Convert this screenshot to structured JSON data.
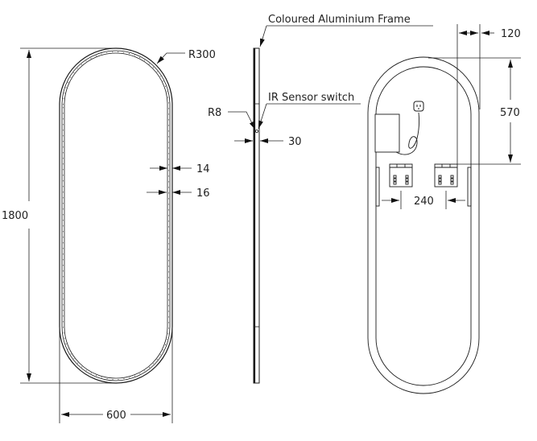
{
  "drawing": {
    "title": "Oval LED mirror technical drawing",
    "colors": {
      "line": "#1a1a1a",
      "thin": "#333333",
      "background": "#ffffff"
    },
    "front_view": {
      "height_dim": "1800",
      "width_dim": "600",
      "radius_dim": "R300",
      "frame_inner_dim": "14",
      "frame_outer_dim": "16"
    },
    "side_view": {
      "frame_label": "Coloured Aluminium Frame",
      "sensor_label": "IR Sensor switch",
      "sensor_radius_dim": "R8",
      "depth_dim": "30"
    },
    "rear_view": {
      "offset_dim": "120",
      "bracket_height_dim": "570",
      "bracket_spacing_dim": "240"
    }
  }
}
